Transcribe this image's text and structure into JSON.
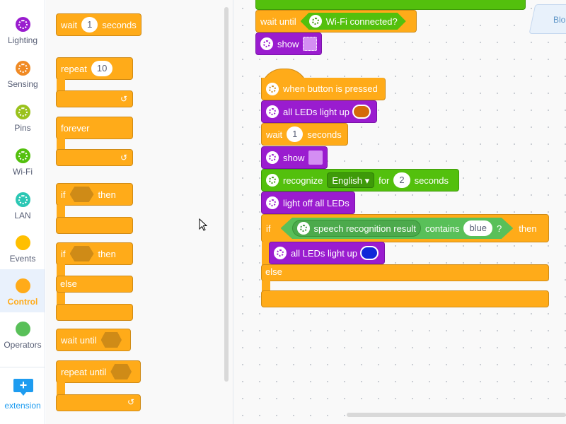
{
  "categories": [
    {
      "label": "Lighting",
      "color": "#9a1ccf",
      "icon": "lighting-icon"
    },
    {
      "label": "Sensing",
      "color": "#f08a24",
      "icon": "sensing-icon"
    },
    {
      "label": "Pins",
      "color": "#9ac21c",
      "icon": "pins-icon"
    },
    {
      "label": "Wi-Fi",
      "color": "#53c00d",
      "icon": "wifi-icon"
    },
    {
      "label": "LAN",
      "color": "#2bc7b4",
      "icon": "lan-icon"
    },
    {
      "label": "Events",
      "color": "#ffbf00",
      "icon": "events-icon"
    },
    {
      "label": "Control",
      "color": "#ffab19",
      "icon": "control-icon"
    },
    {
      "label": "Operators",
      "color": "#59c059",
      "icon": "operators-icon"
    }
  ],
  "extension": {
    "label": "extension",
    "icon": "plus"
  },
  "flyout": {
    "wait": {
      "label": "wait",
      "value": "1",
      "unit": "seconds"
    },
    "repeat": {
      "label": "repeat",
      "value": "10"
    },
    "forever": {
      "label": "forever"
    },
    "if_then": {
      "if": "if",
      "then": "then"
    },
    "if_else": {
      "if": "if",
      "then": "then",
      "else": "else"
    },
    "wait_until": {
      "label": "wait until"
    },
    "repeat_until": {
      "label": "repeat until"
    }
  },
  "workspace": {
    "tab_label": "Blo",
    "wait_until_wifi": {
      "label": "wait until",
      "condition": "Wi-Fi connected?"
    },
    "show_top": {
      "label": "show"
    },
    "hat": {
      "label": "when button is pressed"
    },
    "all_leds": {
      "label": "all LEDs light up",
      "color": "#d46a0a"
    },
    "wait": {
      "label": "wait",
      "value": "1",
      "unit": "seconds"
    },
    "show": {
      "label": "show"
    },
    "recognize": {
      "label": "recognize",
      "language": "English ▾",
      "for": "for",
      "value": "2",
      "unit": "seconds"
    },
    "light_off": {
      "label": "light off all LEDs"
    },
    "if_block": {
      "if": "if",
      "reporter": "speech recognition result",
      "contains": "contains",
      "value": "blue",
      "q": "?",
      "then": "then"
    },
    "inner_leds": {
      "label": "all LEDs light up",
      "color": "#1028d8"
    },
    "else": {
      "label": "else"
    }
  }
}
